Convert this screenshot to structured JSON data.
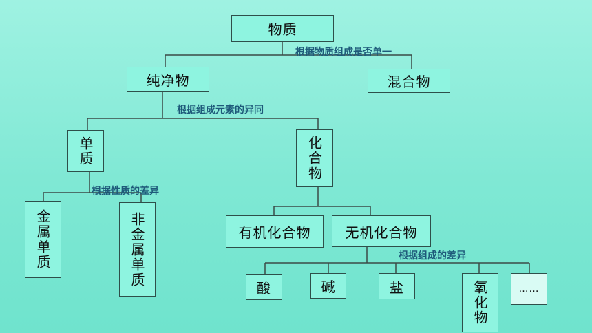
{
  "colors": {
    "box_fill": "#8ef4e0",
    "box_fill_light": "#d9fbf4",
    "line": "#3b4a47",
    "label": "#1e5a7a"
  },
  "nodes": {
    "matter": "物质",
    "pure": "纯净物",
    "mixture": "混合物",
    "element": "单质",
    "compound": "化合物",
    "metal": "金属单质",
    "nonmetal": "非金属单质",
    "organic": "有机化合物",
    "inorganic": "无机化合物",
    "acid": "酸",
    "base": "碱",
    "salt": "盐",
    "oxide": "氧化物",
    "etc": "……"
  },
  "labels": {
    "by_composition_single": "根据物质组成是否单一",
    "by_elements": "根据组成元素的异同",
    "by_properties": "根据性质的差异",
    "by_composition_diff": "根据组成的差异"
  }
}
